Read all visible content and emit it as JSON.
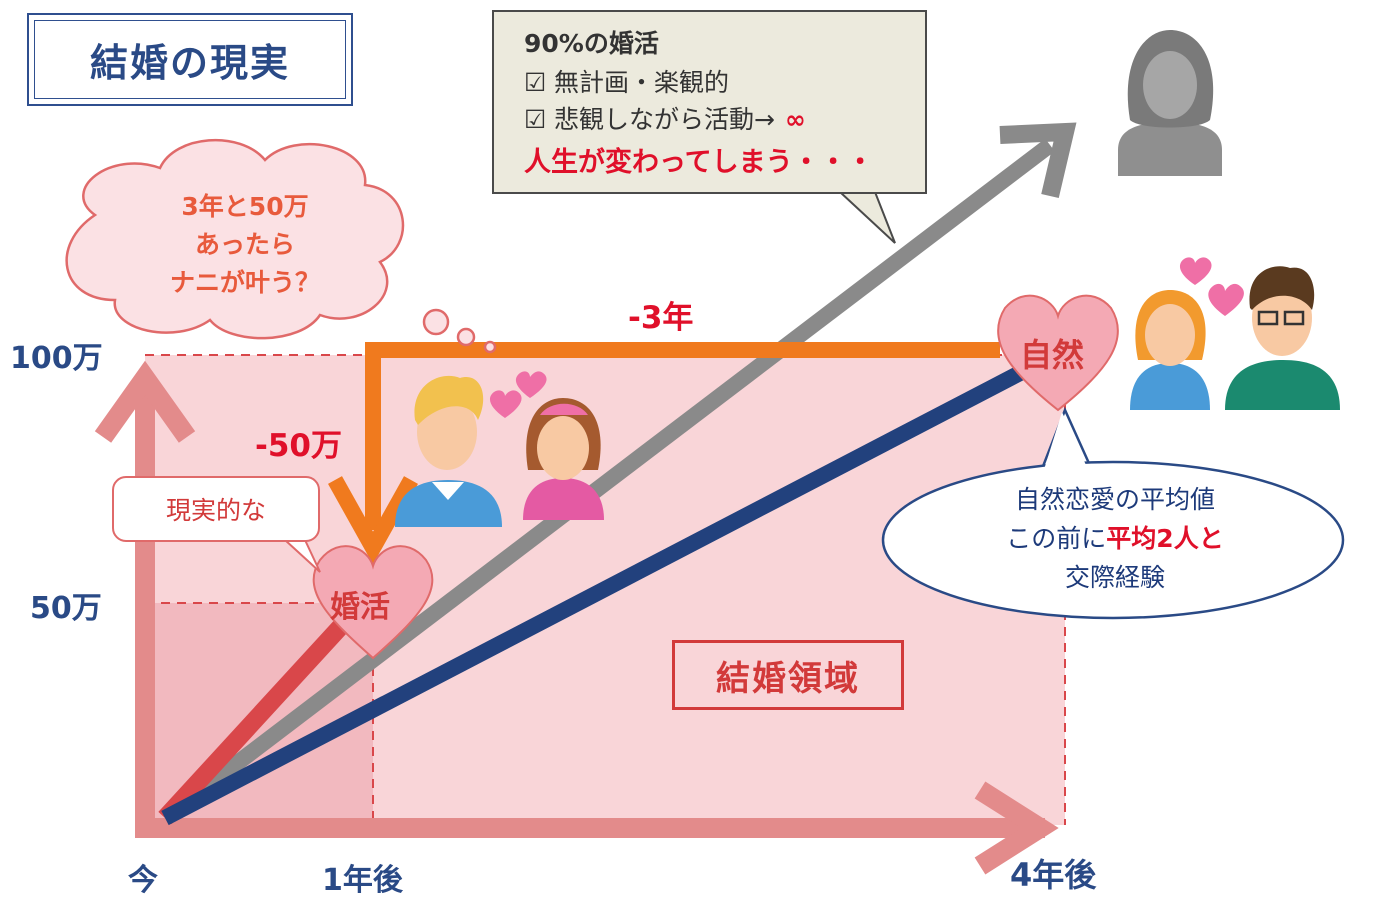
{
  "title": "結婚の現実",
  "note": {
    "heading": "90%の婚活",
    "items": [
      "無計画・楽観的",
      "悲観しながら活動→"
    ],
    "infinity": "∞",
    "warning": "人生が変わってしまう・・・"
  },
  "thought_cloud": {
    "lines": [
      "3年と50万",
      "あったら",
      "ナニが叶う？"
    ]
  },
  "y_axis": {
    "tick_100": "100万",
    "tick_50": "50万"
  },
  "x_axis": {
    "tick_now": "今",
    "tick_1y": "1年後",
    "tick_4y": "4年後"
  },
  "labels": {
    "minus_3y": "-3年",
    "minus_50": "-50万",
    "realistic": "現実的な",
    "konkatsu_heart": "婚活",
    "shizen_heart": "自然",
    "marriage_area": "結婚領域"
  },
  "speech": {
    "line1": "自然恋愛の平均値",
    "line2_pre": "この前に",
    "line2_red": "平均2人と",
    "line3": "交際経験"
  },
  "colors": {
    "axis": "#e38b8b",
    "area": "#f9d5d8",
    "area_inner": "#f2b9bf",
    "red_path": "#d9474a",
    "gray_path": "#8a8a8a",
    "blue_path": "#22417d",
    "orange_path": "#f07a1e",
    "heart": "#f4a9b4",
    "text_blue": "#2a4a86",
    "text_red": "#e0102a"
  },
  "icons": [
    "silhouette-woman-icon",
    "man-icon",
    "woman-icon",
    "woman-orange-hair-icon",
    "man-glasses-icon",
    "small-hearts-icon"
  ]
}
